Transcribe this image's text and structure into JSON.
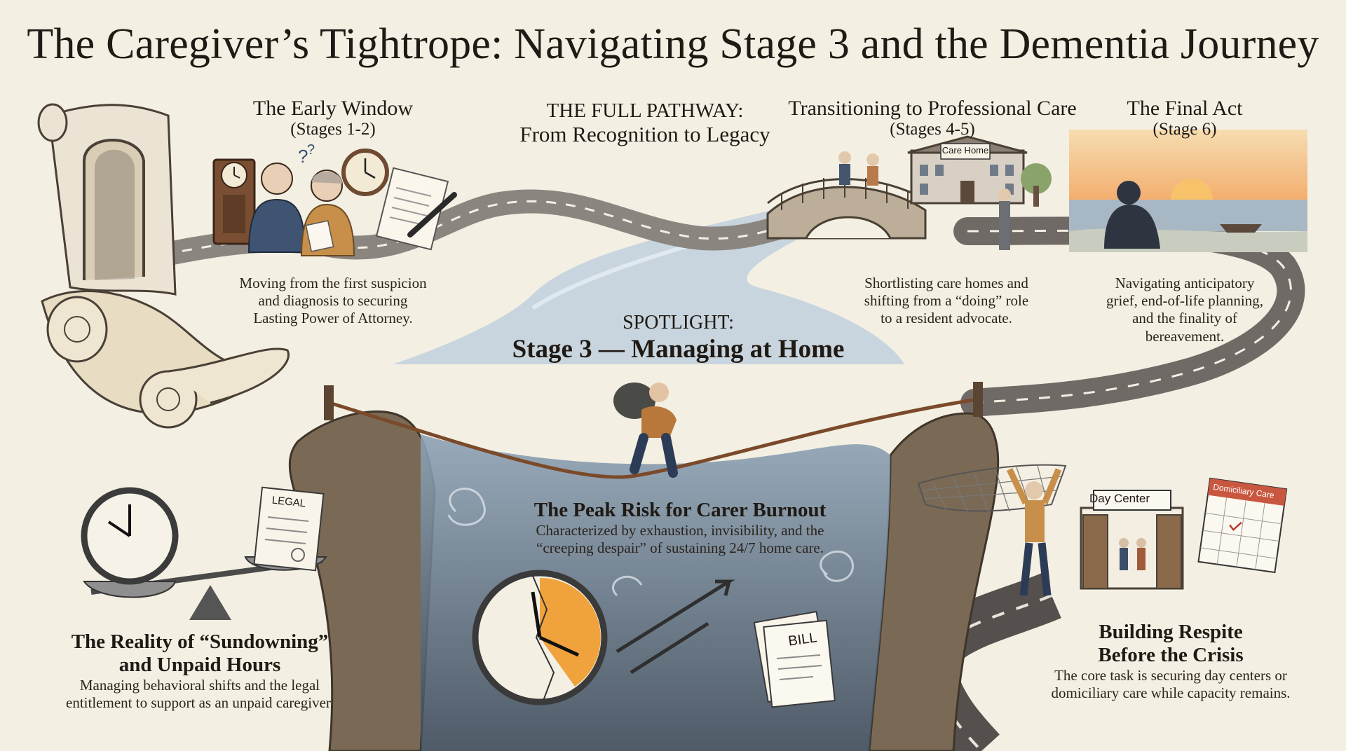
{
  "title": "The Caregiver’s Tightrope: Navigating Stage 3 and the Dementia Journey",
  "pathway": {
    "label": "THE FULL PATHWAY:",
    "subtitle": "From Recognition to Legacy"
  },
  "early": {
    "title": "The Early Window",
    "stages": "(Stages 1-2)",
    "description": [
      "Moving from the first suspicion",
      "and diagnosis to securing",
      "Lasting Power of Attorney."
    ]
  },
  "transition": {
    "title": "Transitioning to Professional Care",
    "stages": "(Stages 4-5)",
    "description": [
      "Shortlisting care homes and",
      "shifting from a “doing” role",
      "to a resident advocate."
    ],
    "sign": "Care Home"
  },
  "final": {
    "title": "The Final Act",
    "stages": "(Stage 6)",
    "description": [
      "Navigating anticipatory",
      "grief, end-of-life planning,",
      "and the finality of",
      "bereavement."
    ]
  },
  "spotlight": {
    "label": "SPOTLIGHT:",
    "title": "Stage 3 — Managing at Home"
  },
  "burnout": {
    "title": "The Peak Risk for Carer Burnout",
    "description": [
      "Characterized by exhaustion, invisibility, and the",
      "“creeping despair” of sustaining 24/7 home care."
    ]
  },
  "sundowning": {
    "title": [
      "The Reality of “Sundowning”",
      "and Unpaid Hours"
    ],
    "description": [
      "Managing behavioral shifts and the legal",
      "entitlement to support as an unpaid caregiver."
    ],
    "legal_label": "LEGAL"
  },
  "respite": {
    "title": [
      "Building Respite",
      "Before the Crisis"
    ],
    "description": [
      "The core task is securing day centers or",
      "domiciliary care while capacity remains."
    ],
    "day_center_sign": "Day Center",
    "calendar_label": "Domiciliary Care"
  },
  "bill_label": "BILL",
  "colors": {
    "background": "#f4efe3",
    "ink": "#1f1a14",
    "road": "#6f6a66",
    "river": "#9fb3c4",
    "cliff": "#7a6a55",
    "sunset": "#f1b46a",
    "clock_face": "#f0a33c"
  },
  "icons": [
    "scroll-arch-icon",
    "grandfather-clock-icon",
    "wall-clock-icon",
    "document-pen-icon",
    "couple-icon",
    "bridge-icon",
    "care-home-icon",
    "sunset-figure-icon",
    "tightrope-walker-icon",
    "broken-clock-icon",
    "bill-icon",
    "scale-icon",
    "legal-document-icon",
    "safety-net-icon",
    "day-center-door-icon",
    "calendar-icon"
  ]
}
